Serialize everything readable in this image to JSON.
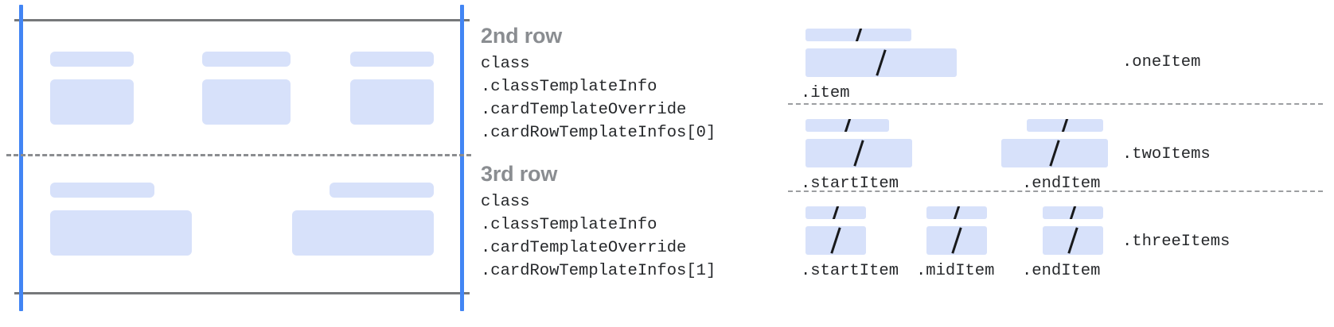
{
  "left_panel": {
    "name": "card-row-preview",
    "rows": [
      {
        "row_name": "2nd row",
        "cells": [
          {
            "label_bar": true,
            "content_bar": true
          },
          {
            "label_bar": true,
            "content_bar": true
          },
          {
            "label_bar": true,
            "content_bar": true
          }
        ]
      },
      {
        "row_name": "3rd row",
        "cells": [
          {
            "label_bar": true,
            "content_bar": true
          },
          {
            "label_bar": true,
            "content_bar": true
          }
        ]
      }
    ]
  },
  "annotations": [
    {
      "title": "2nd row",
      "lines": [
        "class",
        ".classTemplateInfo",
        ".cardTemplateOverride",
        ".cardRowTemplateInfos[0]"
      ]
    },
    {
      "title": "3rd row",
      "lines": [
        "class",
        ".classTemplateInfo",
        ".cardTemplateOverride",
        ".cardRowTemplateInfos[1]"
      ]
    }
  ],
  "variants": [
    {
      "name": ".oneItem",
      "slots": [
        {
          "label": ".item"
        }
      ]
    },
    {
      "name": ".twoItems",
      "slots": [
        {
          "label": ".startItem"
        },
        {
          "label": ".endItem"
        }
      ]
    },
    {
      "name": ".threeItems",
      "slots": [
        {
          "label": ".startItem"
        },
        {
          "label": ".midItem"
        },
        {
          "label": ".endItem"
        }
      ]
    }
  ],
  "colors": {
    "swatch_blue": "#d7e1fa",
    "accent_blue": "#4285f4",
    "rule_gray": "#76787a",
    "dash_gray": "#8b8d90",
    "title_gray": "#8a8d91",
    "mono_text": "#26282b",
    "background": "#ffffff"
  }
}
